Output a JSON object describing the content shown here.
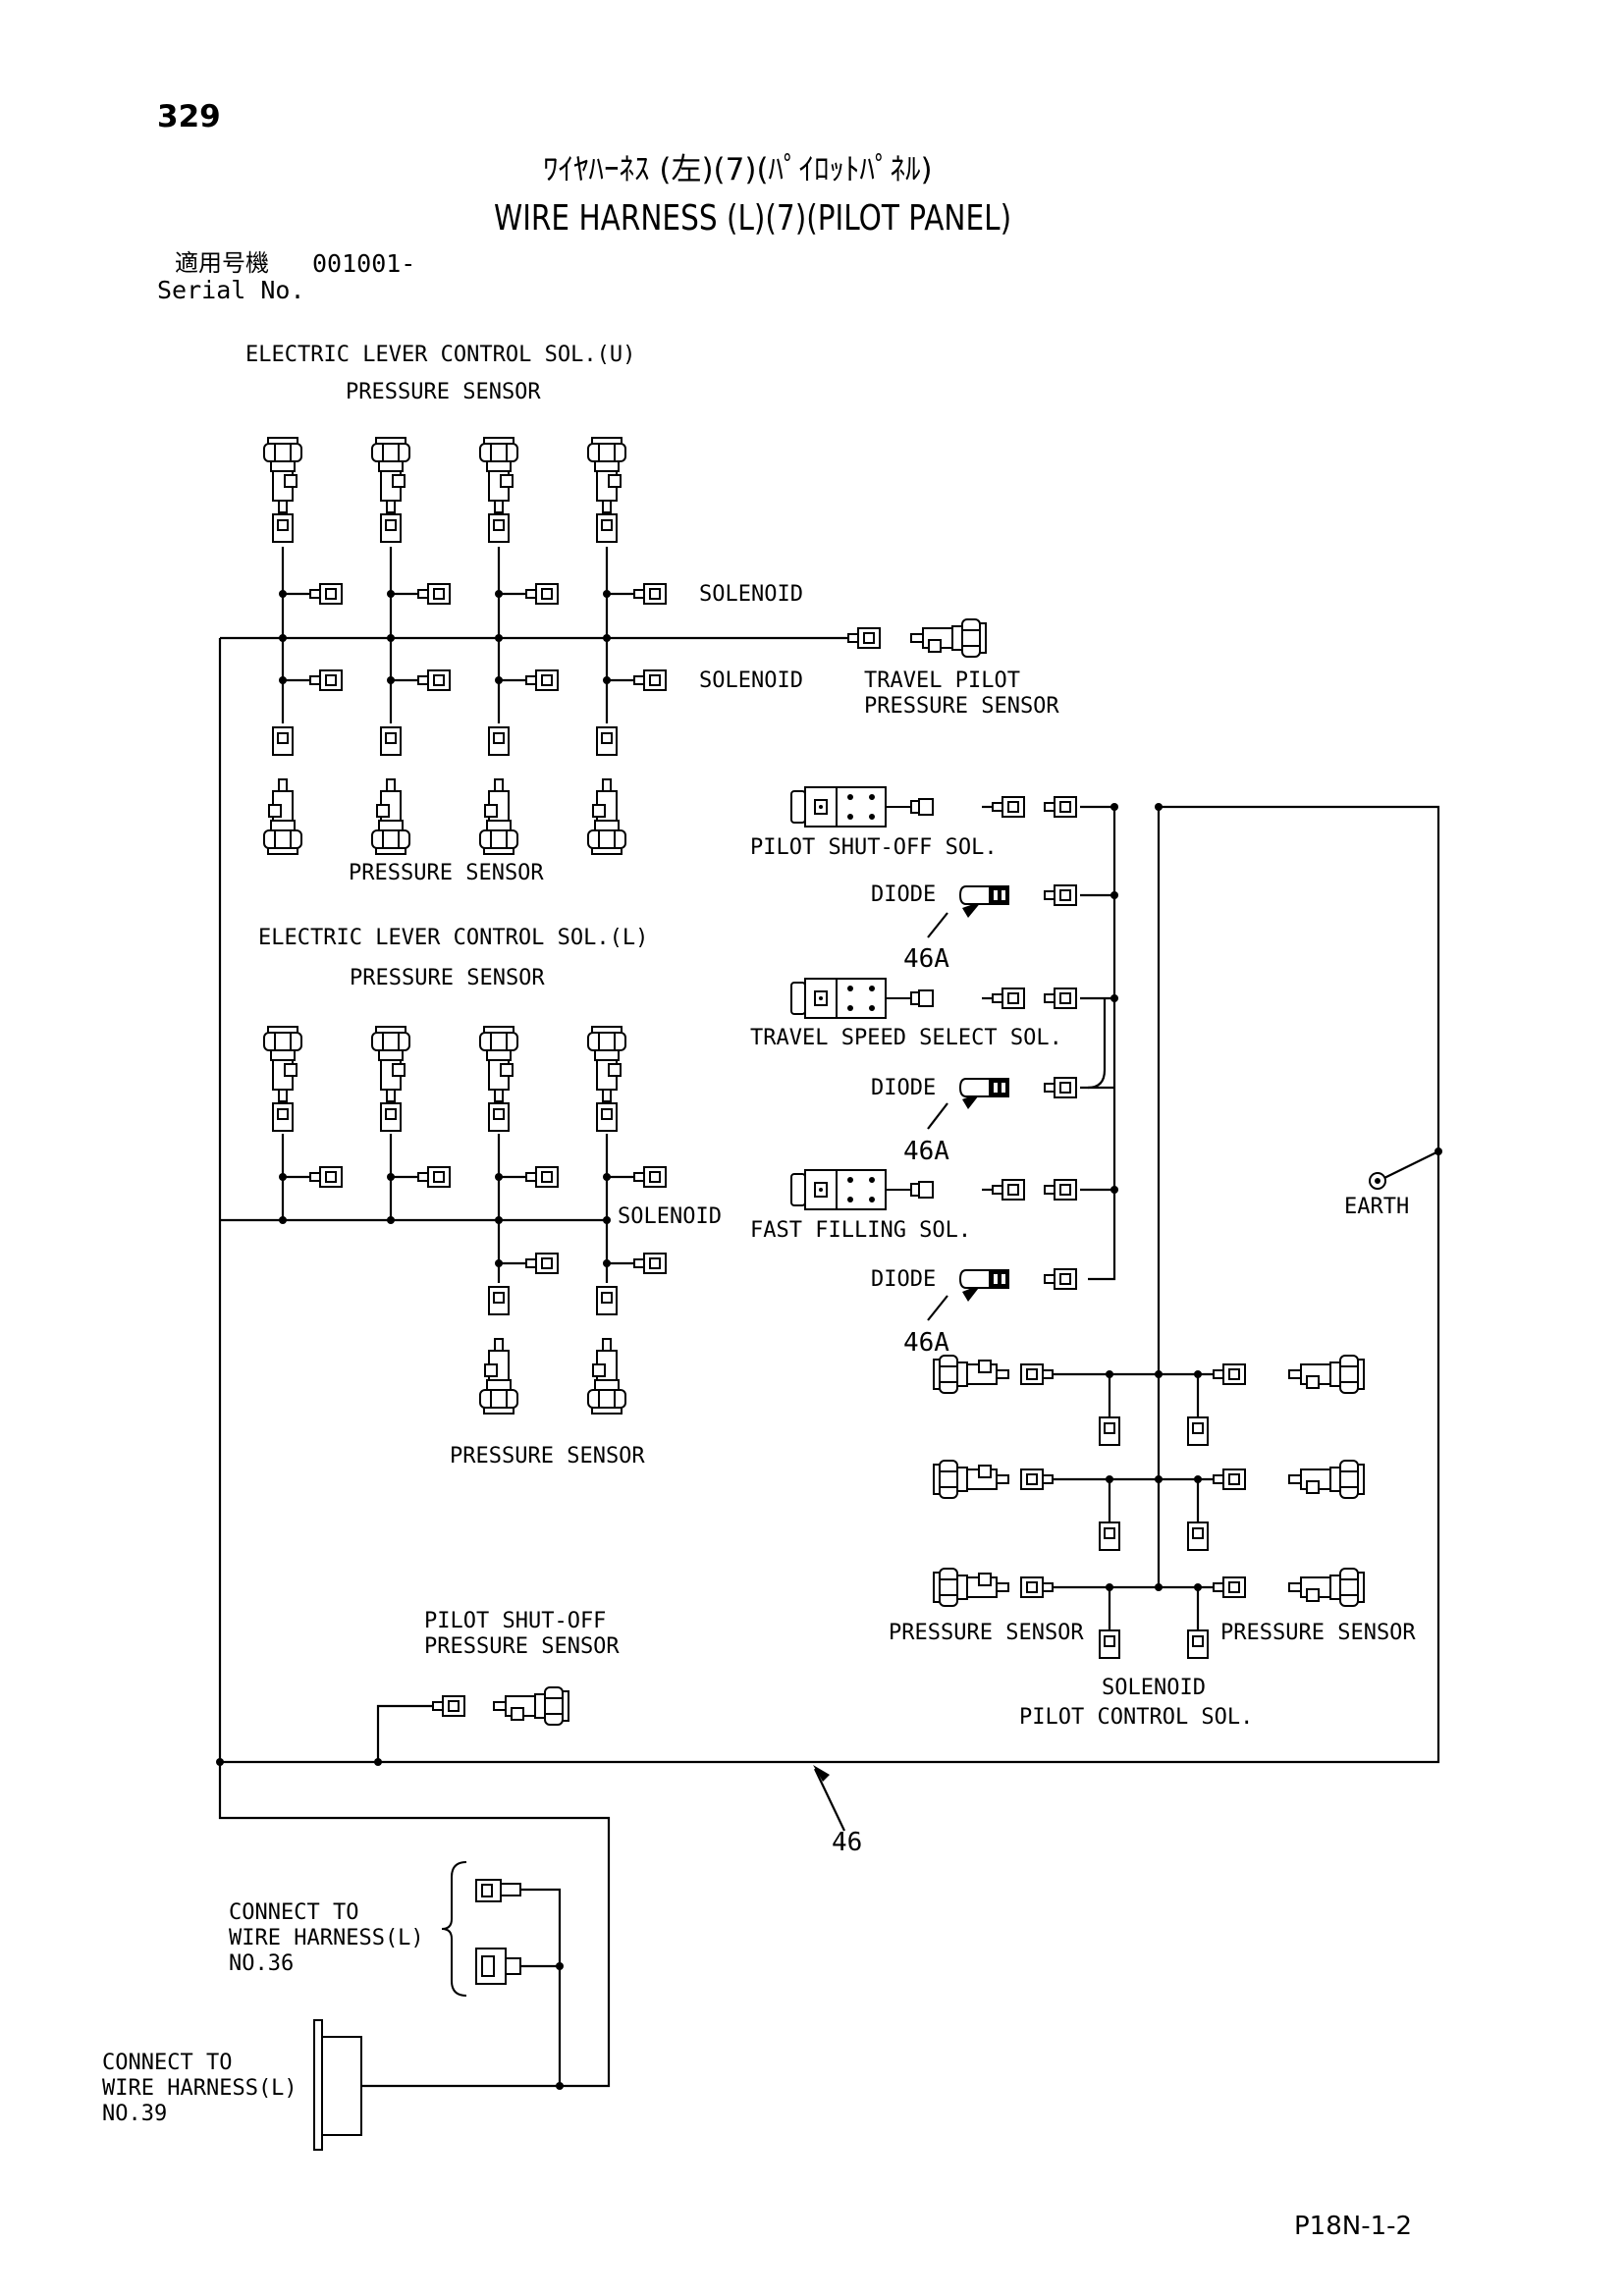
{
  "header": {
    "page_number": "329",
    "title_jp": "ﾜｲﾔﾊｰﾈｽ (左)(7)(ﾊﾟｲﾛｯﾄﾊﾟﾈﾙ)",
    "title_en": "WIRE HARNESS (L)(7)(PILOT PANEL)",
    "serial_label_jp": "適用号機",
    "serial_range": "001001-",
    "serial_label_en": "Serial No."
  },
  "labels": {
    "elec_lever_u": "ELECTRIC LEVER CONTROL SOL.(U)",
    "pressure_sensor_top": "PRESSURE SENSOR",
    "solenoid_1": "SOLENOID",
    "solenoid_2": "SOLENOID",
    "travel_pilot_1": "TRAVEL PILOT",
    "travel_pilot_2": "PRESSURE SENSOR",
    "pressure_sensor_mid": "PRESSURE SENSOR",
    "elec_lever_l": "ELECTRIC LEVER CONTROL SOL.(L)",
    "pressure_sensor_l": "PRESSURE SENSOR",
    "solenoid_l": "SOLENOID",
    "pressure_sensor_bottom_l": "PRESSURE SENSOR",
    "pilot_shutoff_sol": "PILOT SHUT-OFF SOL.",
    "diode_1": "DIODE",
    "ref_46a_1": "46A",
    "travel_speed_sol": "TRAVEL SPEED SELECT SOL.",
    "diode_2": "DIODE",
    "ref_46a_2": "46A",
    "fast_filling_sol": "FAST FILLING SOL.",
    "diode_3": "DIODE",
    "ref_46a_3": "46A",
    "earth": "EARTH",
    "pressure_sensor_right_a": "PRESSURE SENSOR",
    "pressure_sensor_right_b": "PRESSURE SENSOR",
    "solenoid_pilot": "SOLENOID",
    "pilot_control_sol": "PILOT CONTROL SOL.",
    "pilot_shutoff_ps_1": "PILOT SHUT-OFF",
    "pilot_shutoff_ps_2": "PRESSURE SENSOR",
    "ref_46": "46",
    "connect36_1": "CONNECT TO",
    "connect36_2": "WIRE HARNESS(L)",
    "connect36_3": "NO.36",
    "connect39_1": "CONNECT TO",
    "connect39_2": "WIRE HARNESS(L)",
    "connect39_3": "NO.39"
  },
  "footer": {
    "code": "P18N-1-2"
  }
}
